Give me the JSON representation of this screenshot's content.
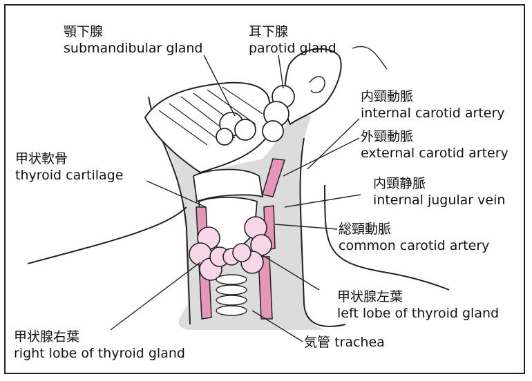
{
  "labels": {
    "submandibular": {
      "ja": "顎下腺",
      "en": "submandibular gland"
    },
    "parotid": {
      "ja": "耳下腺",
      "en": "parotid gland"
    },
    "internal_carotid": {
      "ja": "内頸動脈",
      "en": "internal carotid artery"
    },
    "external_carotid": {
      "ja": "外頸動脈",
      "en": "external carotid artery"
    },
    "thyroid_cartilage": {
      "ja": "甲状軟骨",
      "en": "thyroid cartilage"
    },
    "internal_jugular": {
      "ja": "内頸静脈",
      "en": "internal jugular vein"
    },
    "common_carotid": {
      "ja": "総頸動脈",
      "en": "common carotid artery"
    },
    "left_lobe": {
      "ja": "甲状腺左葉",
      "en": "left lobe of thyroid gland"
    },
    "right_lobe": {
      "ja": "甲状腺右葉",
      "en": "right lobe of thyroid gland"
    },
    "trachea": {
      "ja": "気管",
      "en": "trachea"
    }
  },
  "colors": {
    "gland_fill": "#f7d6ea",
    "artery_fill": "#e597b8",
    "neck_shading": "#dcdcdc",
    "outline": "#222222"
  }
}
